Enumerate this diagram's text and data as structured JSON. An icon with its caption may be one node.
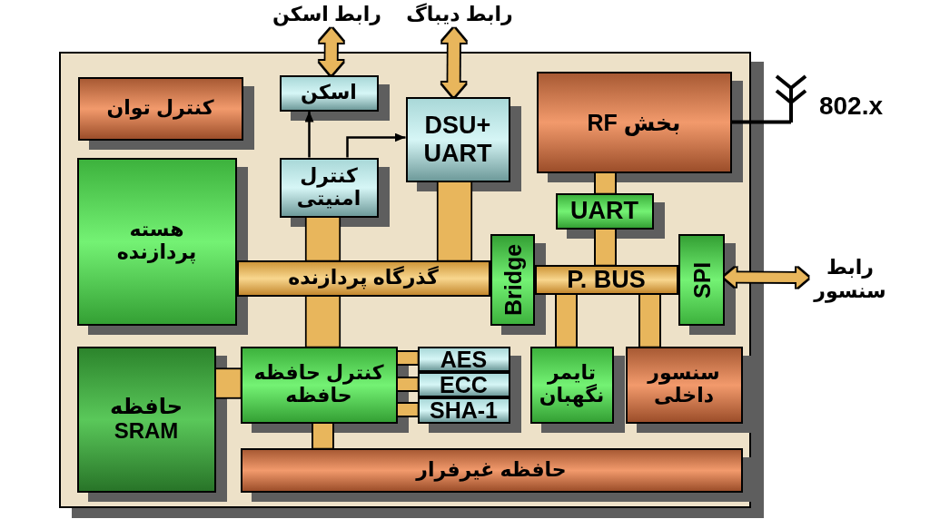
{
  "diagram": {
    "nodes": [
      {
        "text": [],
        "shape": "box"
      },
      {
        "text": [
          "رابط اسکن"
        ]
      },
      {
        "text": [
          "رابط دیباگ"
        ]
      },
      {
        "text": [
          "کنترل توان"
        ],
        "in": 0
      },
      {
        "text": [
          "اسکن"
        ],
        "in": 0
      },
      {
        "text": [
          "DSU+ UART"
        ],
        "in": 0
      },
      {
        "text": [
          "بخش RF"
        ],
        "in": 0
      },
      {
        "text": [],
        "shape": "picture",
        "beside": [
          "802.x"
        ]
      },
      {
        "text": [
          "کنترل امنیتی"
        ],
        "in": 0
      },
      {
        "text": [
          "هسته پردازنده"
        ],
        "in": 0
      },
      {
        "text": [
          "گذرگاه پردازنده"
        ],
        "in": 0
      },
      {
        "text": [
          "UART"
        ],
        "in": 0
      },
      {
        "text": [
          "Bridge"
        ],
        "in": 0
      },
      {
        "text": [
          "P. BUS"
        ],
        "in": 0
      },
      {
        "text": [
          "SPI"
        ],
        "in": 0
      },
      {
        "text": [
          "رابط سنسور"
        ]
      },
      {
        "text": [
          "حافظه SRAM"
        ],
        "in": 0
      },
      {
        "text": [
          "کنترل حافظه حافظه"
        ],
        "in": 0
      },
      {
        "text": [
          "AES"
        ],
        "in": 0
      },
      {
        "text": [
          "ECC"
        ],
        "in": 0
      },
      {
        "text": [
          "SHA-1"
        ],
        "in": 0
      },
      {
        "text": [
          "تایمر نگهبان"
        ],
        "in": 0
      },
      {
        "text": [
          "سنسور داخلی"
        ],
        "in": 0
      },
      {
        "text": [
          "حافظه غیرفرار"
        ],
        "in": 0
      }
    ],
    "edges": [
      {
        "from": 1,
        "to": 4,
        "arrow": "both"
      },
      {
        "from": 2,
        "to": 5,
        "arrow": "both"
      },
      {
        "from": 8,
        "to": 4,
        "arrow": "to",
        "color": "#000000"
      },
      {
        "from": 8,
        "to": 5,
        "arrow": "to",
        "color": "#000000"
      },
      {
        "from": 6,
        "to": 7,
        "arrow": "none",
        "color": "#000000"
      },
      {
        "from": 8,
        "to": 10,
        "arrow": "none",
        "style": "thick"
      },
      {
        "from": 5,
        "to": 10,
        "arrow": "none",
        "style": "thick"
      },
      {
        "from": 6,
        "to": 11,
        "arrow": "none"
      },
      {
        "from": 11,
        "to": 13,
        "arrow": "none"
      },
      {
        "from": 14,
        "to": 15,
        "arrow": "both"
      },
      {
        "from": 10,
        "to": 17,
        "arrow": "none",
        "style": "thick"
      },
      {
        "from": 16,
        "to": 17,
        "arrow": "none",
        "style": "thick"
      },
      {
        "from": 17,
        "to": 18,
        "arrow": "none"
      },
      {
        "from": 17,
        "to": 19,
        "arrow": "none"
      },
      {
        "from": 17,
        "to": 20,
        "arrow": "none"
      },
      {
        "from": 13,
        "to": 21,
        "arrow": "none"
      },
      {
        "from": 13,
        "to": 22,
        "arrow": "none"
      },
      {
        "from": 17,
        "to": 23,
        "arrow": "none"
      }
    ]
  }
}
